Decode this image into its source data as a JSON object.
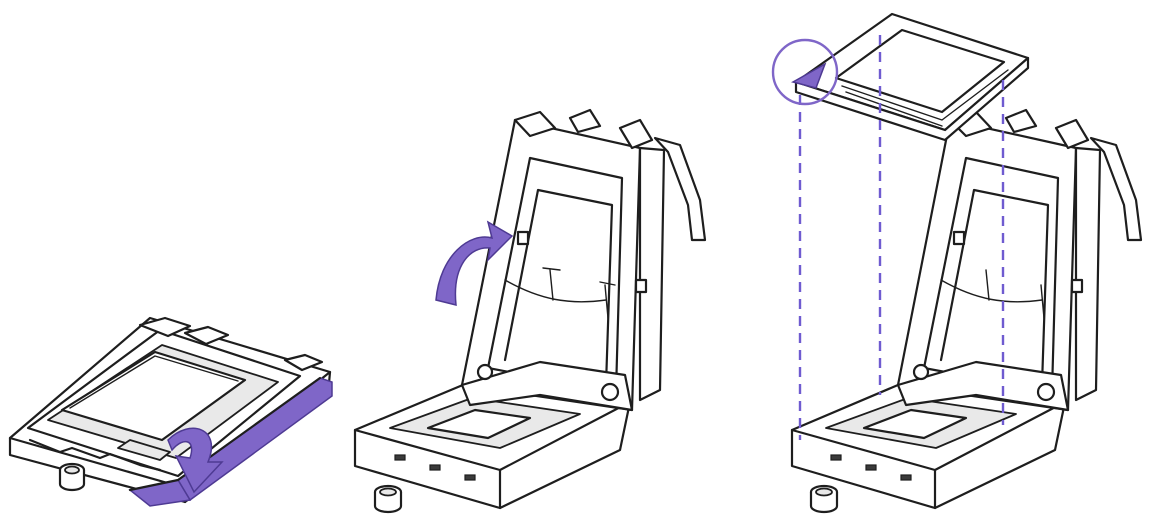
{
  "figure": {
    "steps": [
      {
        "id": 1,
        "action": "press-lever-down-and-release"
      },
      {
        "id": 2,
        "action": "lift-load-plate-open"
      },
      {
        "id": 3,
        "action": "align-triangle-mark-and-lower-cpu"
      }
    ],
    "highlight_color": "#7f66c8",
    "line_color": "#1e1e1e",
    "icons": [
      "curved-arrow-down",
      "curved-arrow-up",
      "alignment-circle",
      "dashed-guide-lines",
      "socket-cap"
    ]
  }
}
